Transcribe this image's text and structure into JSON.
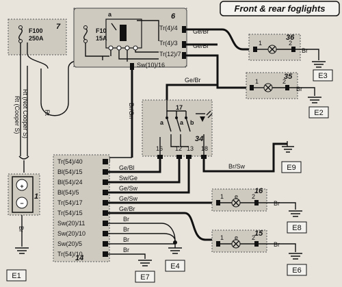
{
  "title": "Front & rear foglights",
  "components": {
    "c7": {
      "tag": "7",
      "fuse_name": "F100",
      "fuse_rating": "250A"
    },
    "c6": {
      "tag": "6",
      "fuse_name": "F10",
      "fuse_rating": "15A",
      "relay_label": "a",
      "pins": [
        "Tr(4)/4",
        "Tr(4)/3",
        "Tr(12)/7",
        "Sw(10)/16"
      ]
    },
    "c36": {
      "tag": "36",
      "pin1": "1",
      "pin2": "2"
    },
    "c35": {
      "tag": "35",
      "pin1": "1",
      "pin2": "2"
    },
    "c34": {
      "tag": "34",
      "top_pin": "17",
      "sw_a1": "a",
      "sw_a2": "a",
      "sw_b": "b",
      "pins": [
        "16",
        "12",
        "13",
        "18"
      ]
    },
    "c1": {
      "tag": "1"
    },
    "c14": {
      "tag": "14",
      "pins": [
        "Tr(54)/40",
        "Bl(54)/15",
        "Bl(54)/24",
        "Bl(54)/5",
        "Tr(54)/17",
        "Tr(54)/15",
        "Sw(20)/11",
        "Sw(20)/10",
        "Sw(20)/5",
        "Tr(54)/10"
      ]
    },
    "c16": {
      "tag": "16",
      "pin1": "1",
      "pin_e": "e",
      "pin2": "2"
    },
    "c15": {
      "tag": "15",
      "pin1": "1",
      "pin_e": "e",
      "pin2": "2"
    }
  },
  "wires": {
    "ge_br_1": "Ge/Br",
    "ge_br_2": "Ge/Br",
    "ge_br_3": "Ge/Br",
    "br_gn": "Br/Gn",
    "rt_label": "Rt",
    "rt_not_cooper": "Rt (Not Cooper S)",
    "rt_cooper": "Rt (Cooper S)",
    "br_sw": "Br/Sw",
    "br_e3": "Br",
    "br_e2": "Br",
    "br_e1": "Br",
    "br_e7": "Br",
    "br_e6": "Br",
    "row_ge_bl": "Ge/Bl",
    "row_sw_ge": "Sw/Ge",
    "row_ge_sw1": "Ge/Sw",
    "row_ge_sw2": "Ge/Sw",
    "row_ge_br": "Ge/Br",
    "row_br1": "Br",
    "row_br2": "Br",
    "row_br3": "Br",
    "row_br4": "Br"
  },
  "earths": [
    "E1",
    "E2",
    "E3",
    "E4",
    "E6",
    "E7",
    "E8",
    "E9"
  ],
  "battery": {
    "plus": "+",
    "minus": "−"
  }
}
